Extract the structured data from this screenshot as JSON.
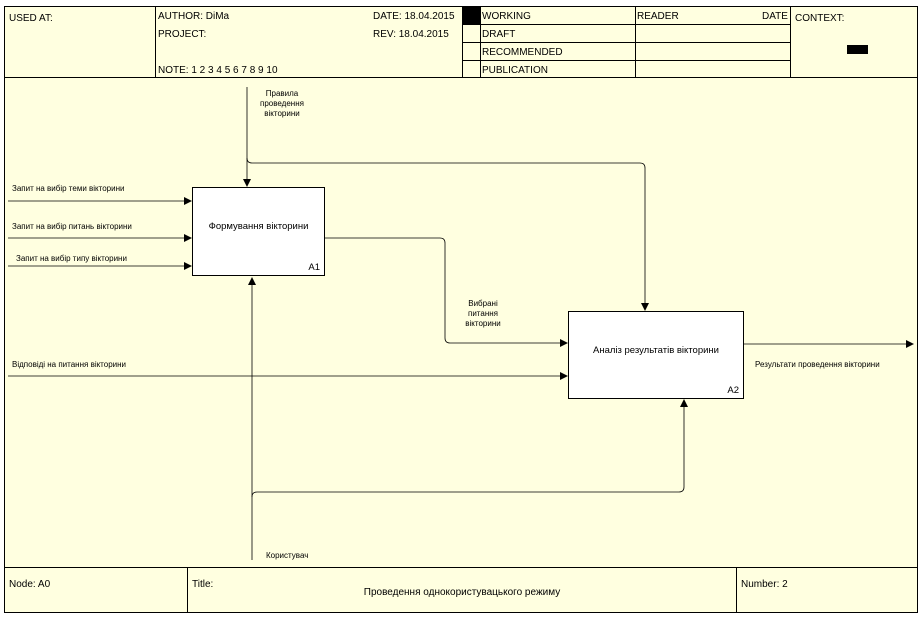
{
  "header": {
    "used_at": "USED AT:",
    "author": "AUTHOR: DiMa",
    "project": "PROJECT:",
    "note": "NOTE: 1 2 3 4 5 6 7 8 9 10",
    "date": "DATE: 18.04.2015",
    "rev": "REV:  18.04.2015",
    "status_rows": [
      "WORKING",
      "DRAFT",
      "RECOMMENDED",
      "PUBLICATION"
    ],
    "reader": "READER",
    "reader_date": "DATE",
    "context": "CONTEXT:"
  },
  "activities": [
    {
      "label": "Формування вікторини",
      "number": "A1"
    },
    {
      "label": "Аналіз результатів вікторини",
      "number": "A2"
    }
  ],
  "arrows": {
    "control_rules": "Правила\nпроведення\nвікторини",
    "input_topic": "Запит на вибір теми вікторини",
    "input_questions": "Запит на вибір питань вікторини",
    "input_type": "Запит на вибір типу вікторини",
    "selected_questions": "Вибрані\nпитання\nвікторини",
    "answers": "Відповіді на питання вікторини",
    "output_results": "Результати проведення вікторини",
    "mechanism_user": "Користувач"
  },
  "footer": {
    "node": "Node:  A0",
    "title_label": "Title:",
    "title": "Проведення однокористувацького режиму",
    "number": "Number: 2"
  }
}
